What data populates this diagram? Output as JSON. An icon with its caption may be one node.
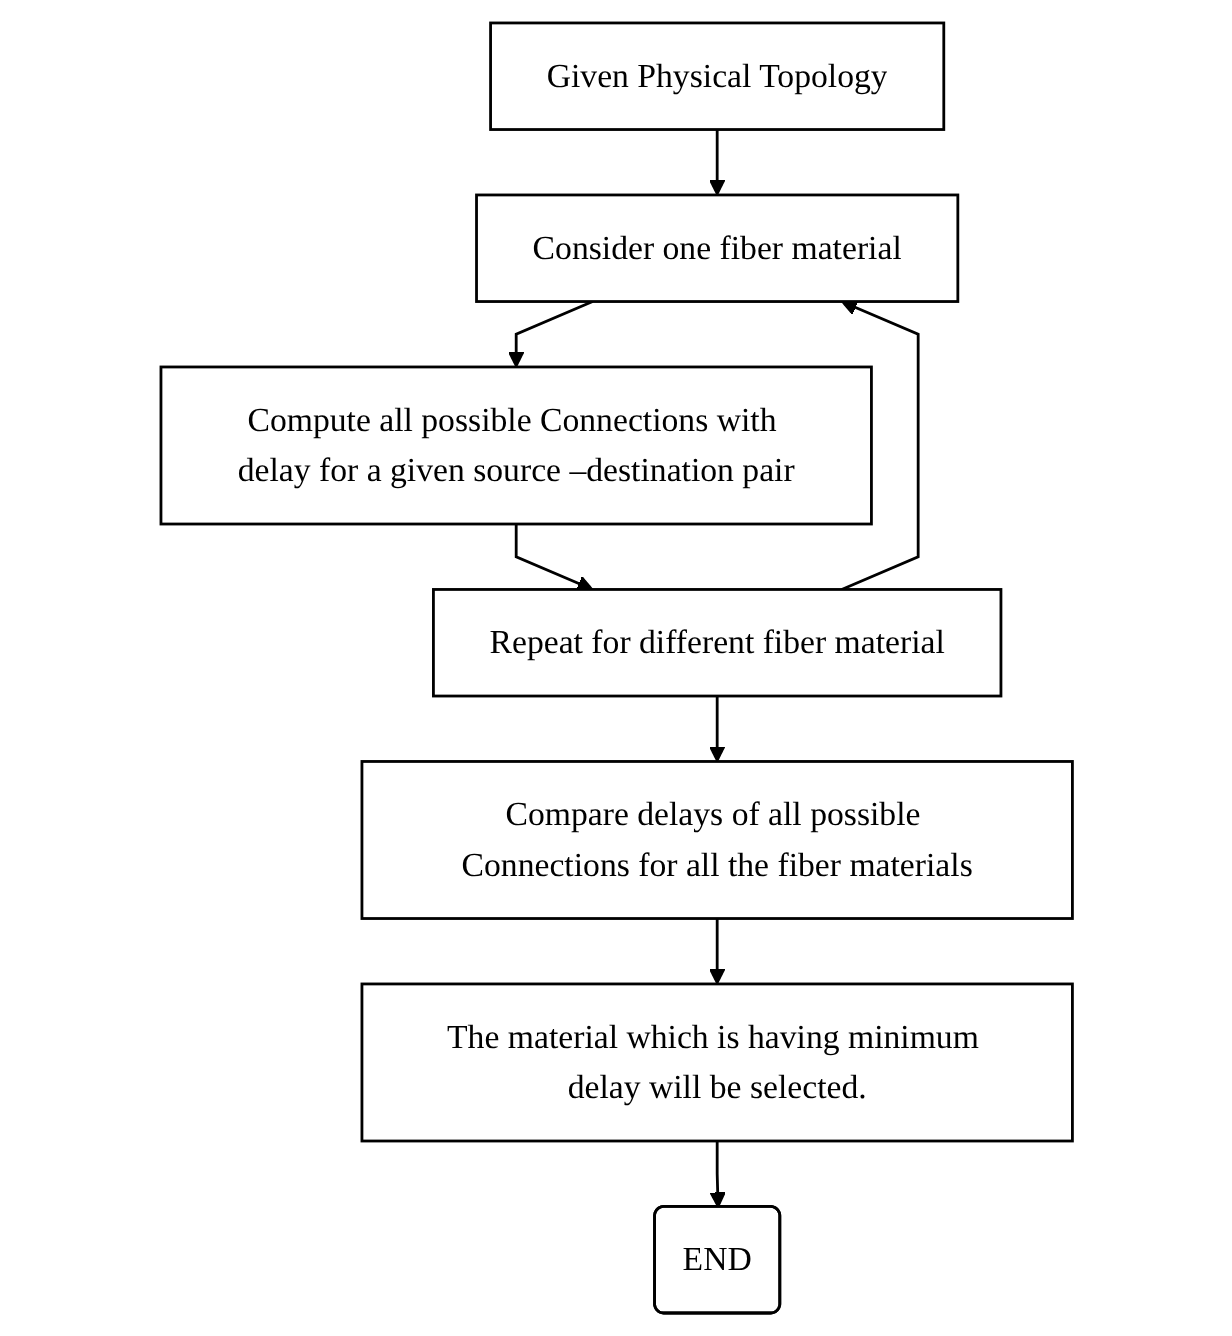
{
  "diagram": {
    "nodes": [
      {
        "text": [
          "Given Physical Topology"
        ]
      },
      {
        "text": [
          "Consider one fiber material"
        ]
      },
      {
        "text": [
          "Compute all possible Connections with delay for a given source –destination pair"
        ]
      },
      {
        "text": [
          "Repeat for different fiber material"
        ]
      },
      {
        "text": [
          "Compare delays of all possible Connections for all the fiber materials"
        ]
      },
      {
        "text": [
          "The material which is having minimum delay will be selected."
        ]
      },
      {
        "text": [
          "END"
        ]
      }
    ],
    "edges": [
      {
        "from": 0,
        "to": 1,
        "arrow": "to"
      },
      {
        "from": 1,
        "to": 2,
        "arrow": "to"
      },
      {
        "from": 2,
        "to": 3,
        "arrow": "to"
      },
      {
        "from": 3,
        "to": 1,
        "arrow": "to"
      },
      {
        "from": 3,
        "to": 4,
        "arrow": "to"
      },
      {
        "from": 4,
        "to": 5,
        "arrow": "to"
      },
      {
        "from": 5,
        "to": 6,
        "arrow": "to"
      }
    ]
  }
}
